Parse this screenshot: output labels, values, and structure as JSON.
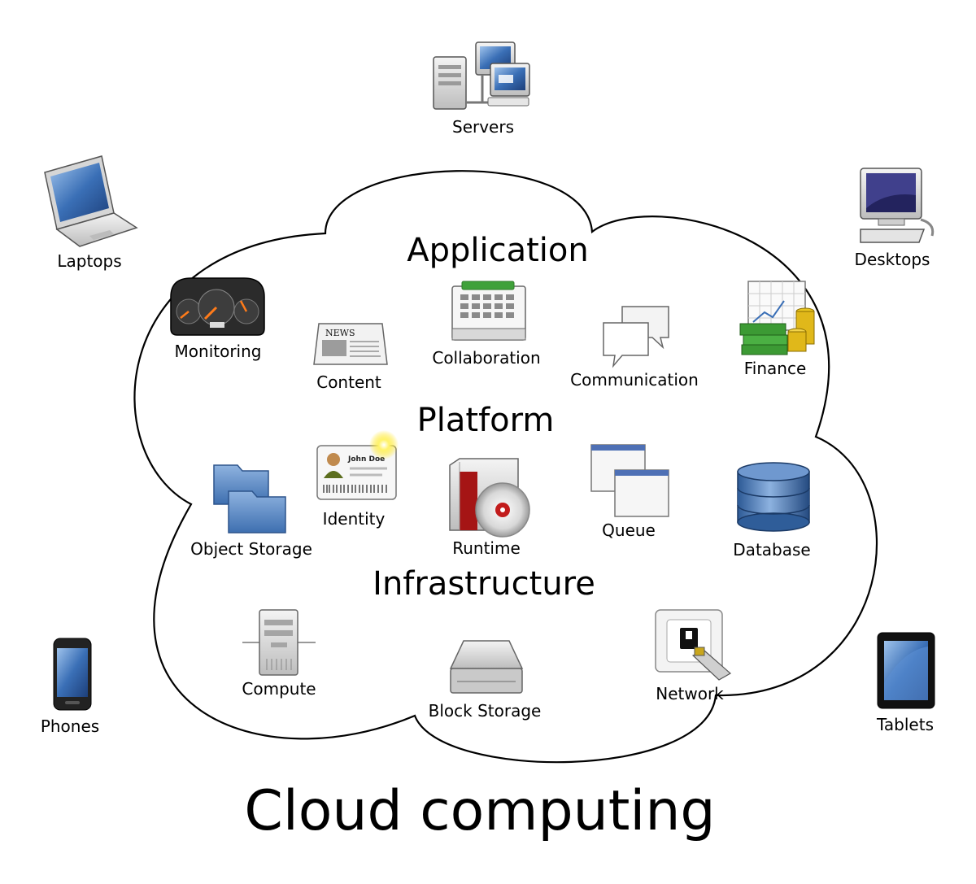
{
  "title": "Cloud computing",
  "layers": {
    "application": "Application",
    "platform": "Platform",
    "infrastructure": "Infrastructure"
  },
  "devices": {
    "servers": "Servers",
    "laptops": "Laptops",
    "desktops": "Desktops",
    "phones": "Phones",
    "tablets": "Tablets"
  },
  "application_items": {
    "monitoring": "Monitoring",
    "content": "Content",
    "collaboration": "Collaboration",
    "communication": "Communication",
    "finance": "Finance"
  },
  "platform_items": {
    "object_storage": "Object Storage",
    "identity": "Identity",
    "runtime": "Runtime",
    "queue": "Queue",
    "database": "Database"
  },
  "infrastructure_items": {
    "compute": "Compute",
    "block_storage": "Block Storage",
    "network": "Network"
  },
  "icon_text": {
    "news": "NEWS",
    "id_name": "John Doe"
  },
  "icons": [
    "servers-icon",
    "laptop-icon",
    "desktop-icon",
    "phone-icon",
    "tablet-icon",
    "dashboard-icon",
    "newspaper-icon",
    "calendar-icon",
    "speech-bubbles-icon",
    "finance-chart-icon",
    "folders-icon",
    "id-card-icon",
    "runtime-disc-icon",
    "windows-icon",
    "database-icon",
    "server-tower-icon",
    "hard-drive-icon",
    "network-jack-icon"
  ]
}
